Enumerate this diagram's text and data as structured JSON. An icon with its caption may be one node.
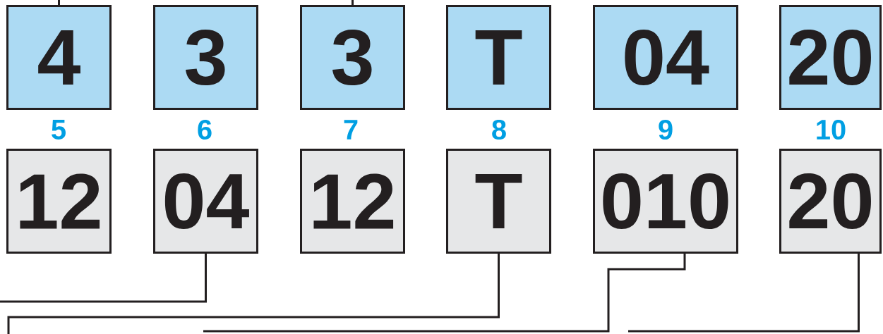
{
  "diagram": {
    "nodes": [
      {
        "text": [
          "4"
        ]
      },
      {
        "text": [
          "3"
        ]
      },
      {
        "text": [
          "3"
        ]
      },
      {
        "text": [
          "T"
        ]
      },
      {
        "text": [
          "04"
        ]
      },
      {
        "text": [
          "20"
        ]
      },
      {
        "text": [
          "12"
        ]
      },
      {
        "text": [
          "04"
        ]
      },
      {
        "text": [
          "12"
        ]
      },
      {
        "text": [
          "T"
        ]
      },
      {
        "text": [
          "010"
        ]
      },
      {
        "text": [
          "20"
        ]
      }
    ],
    "edges": [
      {
        "from": 0,
        "to": null,
        "arrow": "none"
      },
      {
        "from": 2,
        "to": null,
        "arrow": "none"
      },
      {
        "from": 7,
        "to": null,
        "arrow": "none"
      },
      {
        "from": 9,
        "to": null,
        "arrow": "none"
      },
      {
        "from": 10,
        "to": null,
        "arrow": "none"
      },
      {
        "from": 11,
        "to": null,
        "arrow": "none"
      }
    ],
    "labels": [
      "5",
      "6",
      "7",
      "8",
      "9",
      "10"
    ]
  }
}
